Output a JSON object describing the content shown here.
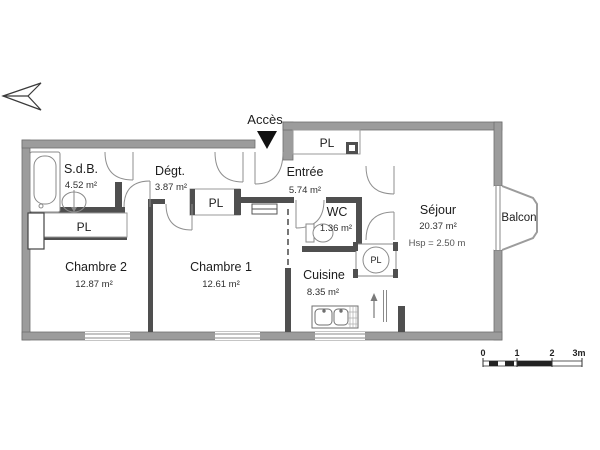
{
  "plan": {
    "access_label": "Accès",
    "closet_label": "PL",
    "rooms": {
      "sdb": {
        "name": "S.d.B.",
        "area": "4.52 m²"
      },
      "degt": {
        "name": "Dégt.",
        "area": "3.87 m²"
      },
      "entree": {
        "name": "Entrée",
        "area": "5.74 m²"
      },
      "wc": {
        "name": "WC",
        "area": "1.36 m²"
      },
      "sejour": {
        "name": "Séjour",
        "area": "20.37 m²",
        "ceiling": "Hsp = 2.50 m"
      },
      "balcon": {
        "name": "Balcon"
      },
      "chambre2": {
        "name": "Chambre 2",
        "area": "12.87 m²"
      },
      "chambre1": {
        "name": "Chambre 1",
        "area": "12.61 m²"
      },
      "cuisine": {
        "name": "Cuisine",
        "area": "8.35 m²"
      }
    },
    "scale_bar": {
      "tick_labels": [
        "0",
        "1",
        "2",
        "3m"
      ]
    },
    "colors": {
      "wall_outer": "#9c9c9c",
      "wall_inner": "#4f4f4f",
      "thin_line": "#8a8a8a",
      "text": "#1c1c1c"
    }
  }
}
